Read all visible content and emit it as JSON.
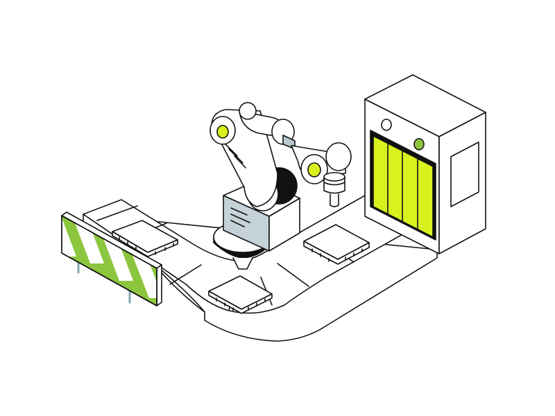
{
  "illustration": {
    "subject": "factory-production-line",
    "colors": {
      "outline": "#111111",
      "surface": "#ffffff",
      "accent_lime": "#d9f21d",
      "sign_green": "#8cc63f",
      "robot_base_panel": "#c5d3d8",
      "light_gray": "#eef1f3",
      "steel": "#b7c7cd"
    },
    "icons": [
      "conveyor-belt",
      "robotic-arm",
      "microchip",
      "machine-enclosure",
      "striped-barrier-sign"
    ]
  }
}
